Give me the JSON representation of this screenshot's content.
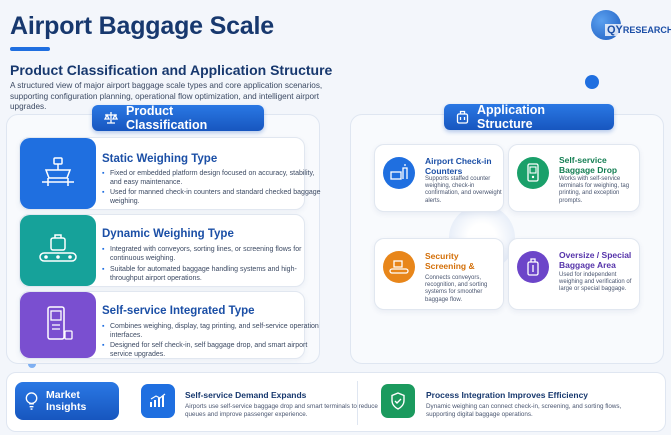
{
  "header": {
    "title": "Airport Baggage Scale",
    "logo_main": "QY",
    "logo_sub": "RESEARCH"
  },
  "intro": {
    "subtitle": "Product Classification and Application Structure",
    "description": "A structured view of major airport baggage scale types and core application scenarios, supporting configuration planning, operational flow optimization, and intelligent airport upgrades."
  },
  "classification": {
    "heading": "Product Classification",
    "items": [
      {
        "title": "Static Weighing Type",
        "bullets": [
          "Fixed or embedded platform design focused on accuracy, stability, and easy maintenance.",
          "Used for manned check-in counters and standard checked baggage weighing."
        ]
      },
      {
        "title": "Dynamic Weighing Type",
        "bullets": [
          "Integrated with conveyors, sorting lines, or screening flows for continuous weighing.",
          "Suitable for automated baggage handling systems and high-throughput airport operations."
        ]
      },
      {
        "title": "Self-service Integrated Type",
        "bullets": [
          "Combines weighing, display, tag printing, and self-service operation interfaces.",
          "Designed for self check-in, self baggage drop, and smart airport service upgrades."
        ]
      }
    ]
  },
  "application": {
    "heading": "Application Structure",
    "items": [
      {
        "title": "Airport Check-in Counters",
        "desc": "Supports staffed counter weighing, check-in confirmation, and overweight alerts.",
        "color": "#1f6fe0"
      },
      {
        "title": "Self-service Baggage Drop",
        "desc": "Works with self-service terminals for weighing, tag printing, and exception prompts.",
        "color": "#1aa06a"
      },
      {
        "title": "Security Screening &",
        "desc": "Connects conveyors, recognition, and sorting systems for smoother baggage flow.",
        "color": "#e8861a"
      },
      {
        "title": "Oversize / Special Baggage Area",
        "desc": "Used for independent weighing and verification of large or special baggage.",
        "color": "#6c45c9"
      }
    ]
  },
  "insights": {
    "label": "Market Insights",
    "items": [
      {
        "title": "Self-service Demand Expands",
        "desc": "Airports use self-service baggage drop and smart terminals to reduce queues and improve passenger experience."
      },
      {
        "title": "Process Integration Improves Efficiency",
        "desc": "Dynamic weighing can connect check-in, screening, and sorting flows, supporting digital baggage operations."
      }
    ]
  },
  "colors": {
    "brand": "#1f6fe0",
    "title": "#17386e",
    "static_tile": "#1f6fe0",
    "dynamic_tile": "#16a29a",
    "self_tile": "#7a4fd0",
    "demand_icon": "#1f6fe0",
    "process_icon": "#1b9a5e"
  }
}
